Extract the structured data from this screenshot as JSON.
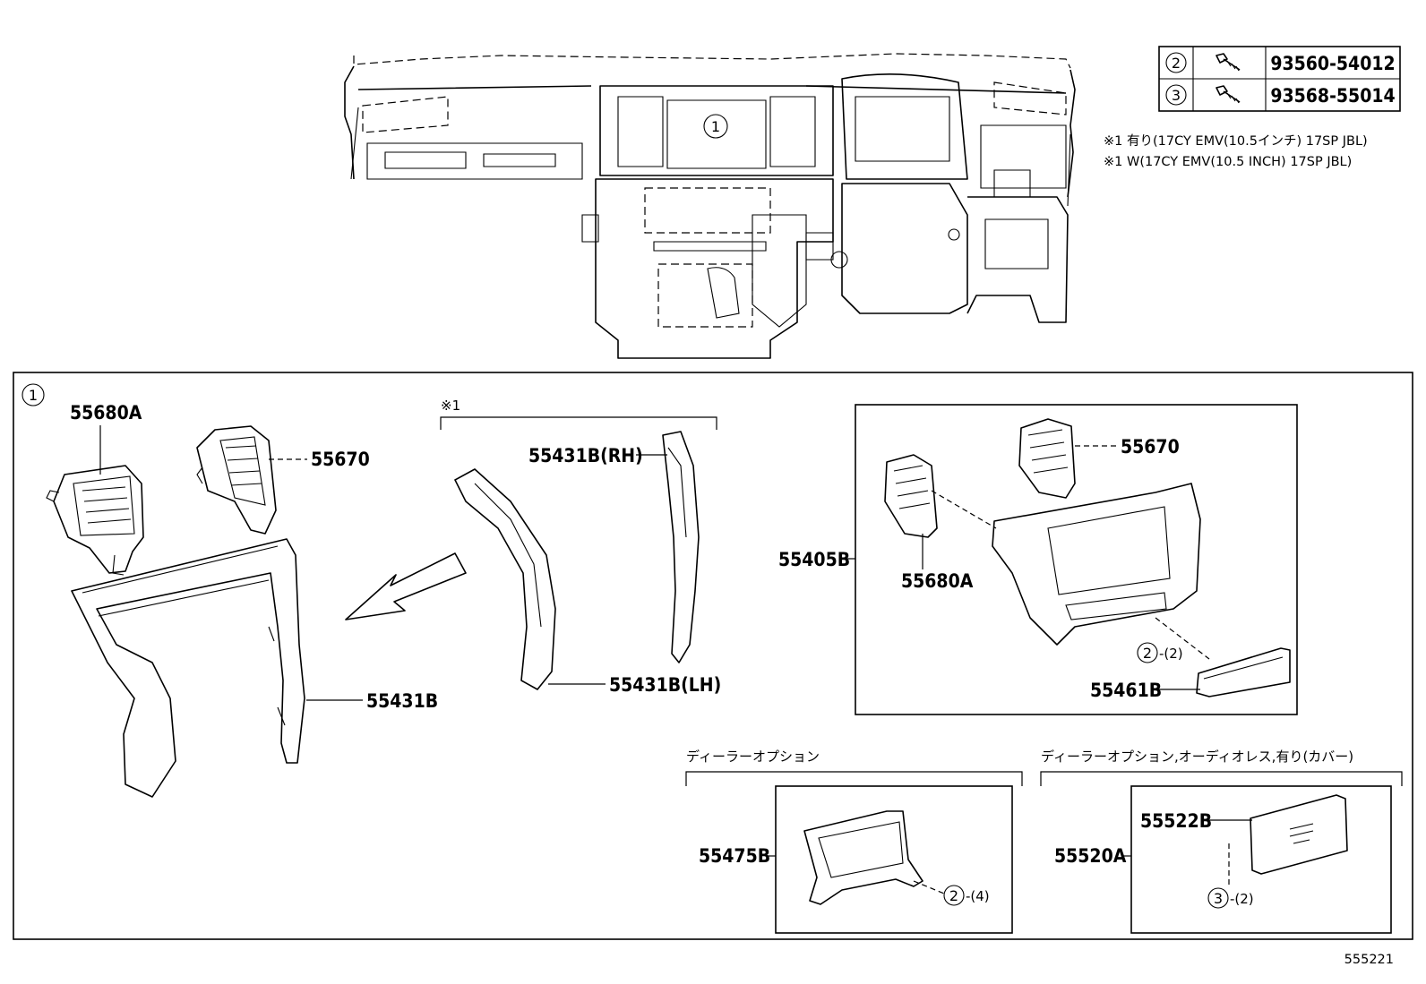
{
  "refs": {
    "main_ref": "1",
    "bolt_a_ref": "2",
    "bolt_b_ref": "3"
  },
  "fastener_table": [
    {
      "ref": "2",
      "icon": "bolt-icon",
      "part_no": "93560-54012"
    },
    {
      "ref": "3",
      "icon": "bolt-icon",
      "part_no": "93568-55014"
    }
  ],
  "notes": [
    "※1 有り(17CY EMV(10.5インチ) 17SP JBL)",
    "※1 W(17CY EMV(10.5 INCH) 17SP JBL)"
  ],
  "bracket_mark": "※1",
  "parts": {
    "vent_left": "55680A",
    "vent_right": "55670",
    "bezel_rh": "55431B(RH)",
    "bezel_lh": "55431B(LH)",
    "bezel_frame": "55431B",
    "panel_assy": "55405B",
    "panel_vent_right": "55670",
    "panel_vent_left": "55680A",
    "panel_bottom": "55461B",
    "dealer_panel": "55475B",
    "cover_assy": "55520A",
    "cover_sub": "55522B"
  },
  "qty": {
    "panel_bottom": "-(2)",
    "dealer_panel": "-(4)",
    "cover_sub": "-(2)"
  },
  "dealer_option_label": "ディーラーオプション",
  "dealer_cover_label": "ディーラーオプション,オーディオレス,有り(カバー)",
  "figure_no": "555221"
}
